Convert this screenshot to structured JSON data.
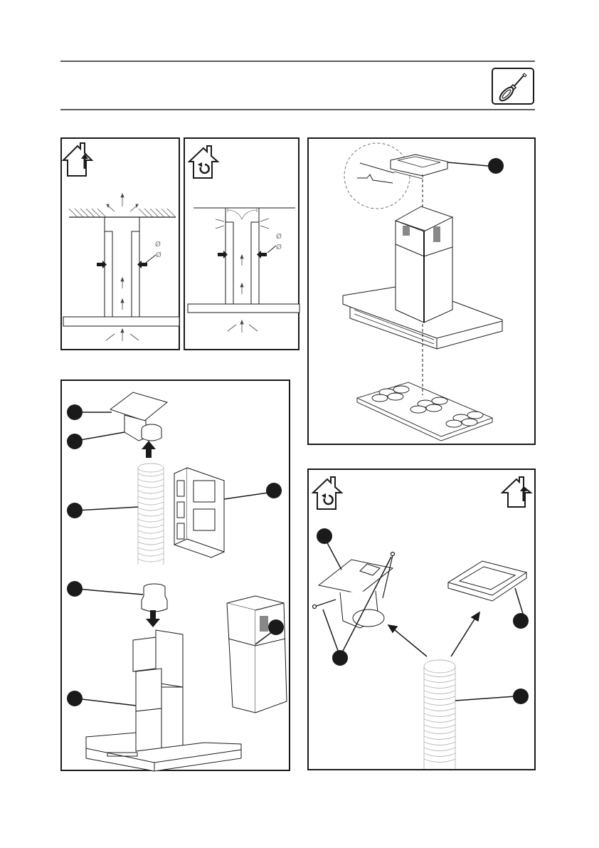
{
  "page": {
    "header": {
      "tool_icon": "screwdriver-icon"
    },
    "panels": {
      "ducted_airflow": {
        "mode_icon": "house-extraction-icon",
        "diameter_labels": [
          "Ø",
          "Ø"
        ]
      },
      "recirculation_airflow": {
        "mode_icon": "house-recirculation-icon",
        "diameter_labels": [
          "Ø",
          "Ø"
        ]
      },
      "hood_over_hob": {
        "callouts": 1,
        "parts": [
          "ceiling-bracket",
          "chimney",
          "hood-body",
          "hob"
        ]
      },
      "components": {
        "callouts": 7,
        "parts": [
          "duct-connector-bracket",
          "outlet-collar",
          "flexible-hose",
          "chimney-frame",
          "reducer-adaptor",
          "hood-frame",
          "decorative-chimney"
        ]
      },
      "mode_mounting": {
        "mode_icons": [
          "house-recirculation-icon",
          "house-extraction-icon"
        ],
        "callouts": 4,
        "parts": [
          "recirculation-bracket",
          "screws",
          "extraction-bracket",
          "flexible-hose"
        ]
      }
    },
    "colors": {
      "line": "#1a1a1a",
      "rule": "#5a5a5a",
      "arrow_thin": "#444444",
      "hose": "#b5b5b5"
    }
  }
}
